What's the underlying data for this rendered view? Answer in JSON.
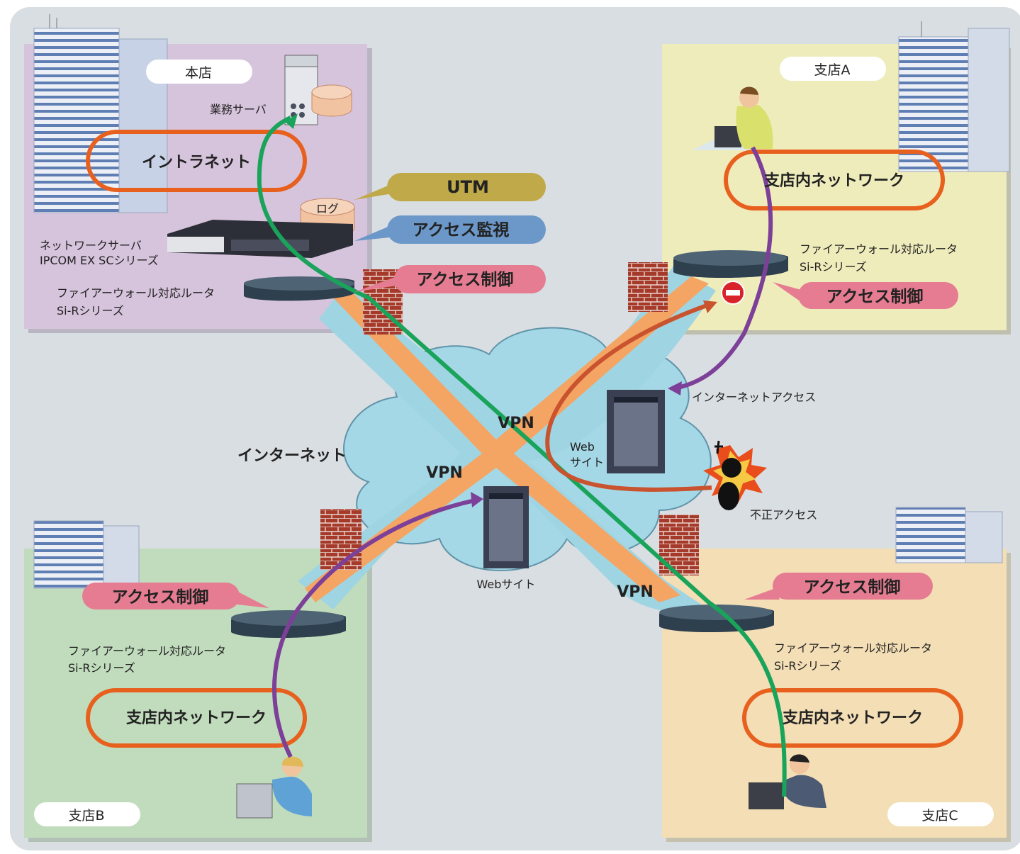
{
  "offices": {
    "hq": {
      "name": "本店",
      "intranet_label": "イントラネット",
      "server_label": "業務サーバ",
      "netserver_label_1": "ネットワークサーバ",
      "netserver_label_2": "IPCOM EX SCシリーズ",
      "log_label": "ログ",
      "router_label_1": "ファイアーウォール対応ルータ",
      "router_label_2": "Si-Rシリーズ"
    },
    "branch_a": {
      "name": "支店A",
      "network_label": "支店内ネットワーク",
      "router_label_1": "ファイアーウォール対応ルータ",
      "router_label_2": "Si-Rシリーズ",
      "access_control": "アクセス制御"
    },
    "branch_b": {
      "name": "支店B",
      "network_label": "支店内ネットワーク",
      "router_label_1": "ファイアーウォール対応ルータ",
      "router_label_2": "Si-Rシリーズ",
      "access_control": "アクセス制御"
    },
    "branch_c": {
      "name": "支店C",
      "network_label": "支店内ネットワーク",
      "router_label_1": "ファイアーウォール対応ルータ",
      "router_label_2": "Si-Rシリーズ",
      "access_control": "アクセス制御"
    }
  },
  "callouts": {
    "utm": "UTM",
    "access_monitor": "アクセス監視",
    "access_control": "アクセス制御"
  },
  "internet": {
    "label": "インターネット",
    "vpn_1": "VPN",
    "vpn_2": "VPN",
    "vpn_3": "VPN",
    "web_site_center": "Webサイト",
    "web_site_right_1": "Web",
    "web_site_right_2": "サイト",
    "internet_access": "インターネットアクセス",
    "illegal_access": "不正アクセス"
  },
  "colors": {
    "background": "#d9dee2",
    "hq": "#d6c3dc",
    "branch_a": "#efecbc",
    "branch_b": "#c1dcbd",
    "branch_c": "#f3deb5",
    "tunnel_outer": "#9fd5e2",
    "tunnel_inner": "#f4a463",
    "network_ring": "#e8601e",
    "green_flow": "#1aa35a",
    "purple_flow": "#7d4098",
    "red_flow": "#c9532f",
    "utm": "#bfa948",
    "access_monitor": "#6c98c9",
    "access_control": "#e57c91"
  }
}
